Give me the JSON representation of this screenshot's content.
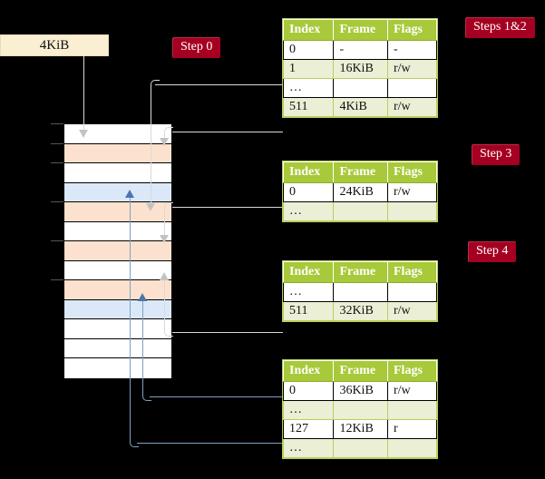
{
  "source_box": {
    "label": "4KiB"
  },
  "badges": [
    {
      "name": "step-0",
      "label": "Step 0"
    },
    {
      "name": "steps-1-2",
      "label": "Steps 1&2"
    },
    {
      "name": "step-3",
      "label": "Step 3"
    },
    {
      "name": "step-4",
      "label": "Step 4"
    }
  ],
  "columns": [
    "Index",
    "Frame",
    "Flags"
  ],
  "tables": [
    {
      "name": "page-table-level-1",
      "rows": [
        {
          "cells": [
            "0",
            "-",
            "-"
          ],
          "style": "plain",
          "highlight": false
        },
        {
          "cells": [
            "1",
            "16KiB",
            "r/w"
          ],
          "style": "alt",
          "highlight": false
        },
        {
          "cells": [
            "…",
            "",
            ""
          ],
          "style": "plain",
          "highlight": false
        },
        {
          "cells": [
            "511",
            "4KiB",
            "r/w"
          ],
          "style": "alt",
          "highlight": true
        }
      ]
    },
    {
      "name": "page-table-level-2",
      "rows": [
        {
          "cells": [
            "0",
            "24KiB",
            "r/w"
          ],
          "style": "plain",
          "highlight": false
        },
        {
          "cells": [
            "…",
            "",
            ""
          ],
          "style": "alt",
          "highlight": false
        }
      ]
    },
    {
      "name": "page-table-level-3",
      "rows": [
        {
          "cells": [
            "…",
            "",
            ""
          ],
          "style": "plain",
          "highlight": false
        },
        {
          "cells": [
            "511",
            "32KiB",
            "r/w"
          ],
          "style": "alt",
          "highlight": false
        }
      ]
    },
    {
      "name": "page-table-level-4",
      "rows": [
        {
          "cells": [
            "0",
            "36KiB",
            "r/w"
          ],
          "style": "plain",
          "highlight": false
        },
        {
          "cells": [
            "…",
            "",
            ""
          ],
          "style": "alt",
          "highlight": false
        },
        {
          "cells": [
            "127",
            "12KiB",
            "r"
          ],
          "style": "plain",
          "highlight": false
        },
        {
          "cells": [
            "…",
            "",
            ""
          ],
          "style": "alt",
          "highlight": false
        }
      ]
    }
  ],
  "memory_column": {
    "name": "physical-memory-column",
    "rows": [
      {
        "fill": "white"
      },
      {
        "fill": "peach"
      },
      {
        "fill": "white"
      },
      {
        "fill": "blue"
      },
      {
        "fill": "peach"
      },
      {
        "fill": "white"
      },
      {
        "fill": "peach"
      },
      {
        "fill": "white"
      },
      {
        "fill": "peach"
      },
      {
        "fill": "blue"
      },
      {
        "fill": "white"
      },
      {
        "fill": "white"
      },
      {
        "fill": "white"
      }
    ]
  },
  "colors": {
    "badge_red": "#a50021",
    "table_header_green": "#a8c93a",
    "table_alt_row": "#eaefd5",
    "highlight_yellow": "#fafac0",
    "source_box_cream": "#faefd2",
    "memory_peach": "#fce2ce",
    "memory_blue": "#dbe8f7",
    "connector_gray": "#d9d9d9",
    "connector_blue": "#7f9fc4"
  }
}
